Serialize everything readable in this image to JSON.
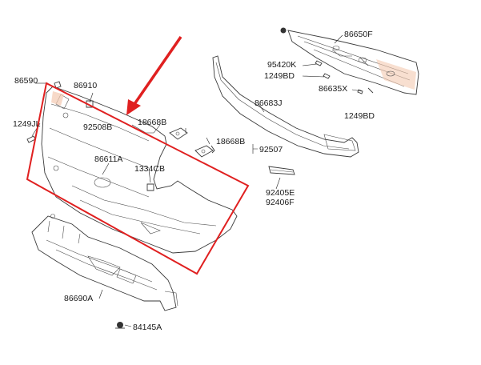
{
  "diagram": {
    "colors": {
      "linework": "#3a3a3a",
      "highlight_frame": "#e02020",
      "arrow": "#e02020",
      "tint": "#f3c9b0"
    },
    "labels": {
      "p86650F": "86650F",
      "p95420K": "95420K",
      "p1249BD_top": "1249BD",
      "p86635X": "86635X",
      "p86683J": "86683J",
      "p1249BD_right": "1249BD",
      "p86590": "86590",
      "p86910": "86910",
      "p1249JL": "1249JL",
      "p92508B": "92508B",
      "p18668B_a": "18668B",
      "p18668B_b": "18668B",
      "p92507": "92507",
      "p86611A": "86611A",
      "p1334CB": "1334CB",
      "p92405E": "92405E",
      "p92406F": "92406F",
      "p86690A": "86690A",
      "p84145A": "84145A"
    }
  }
}
